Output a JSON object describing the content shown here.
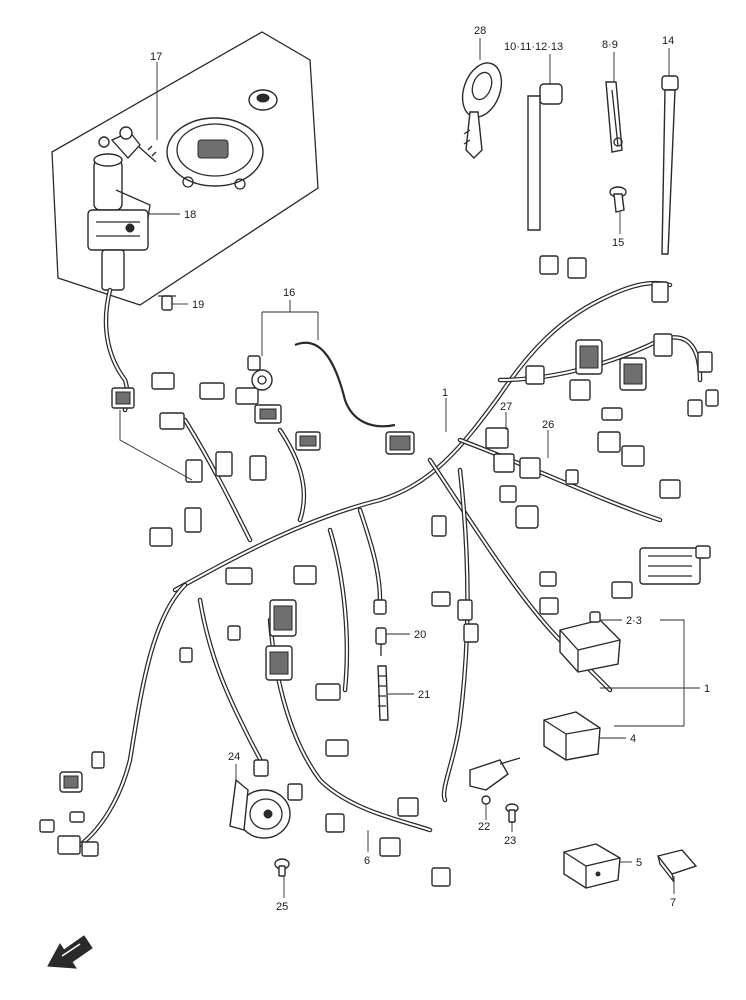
{
  "callouts": {
    "c1a": "1",
    "c1b": "1",
    "c23": "2·3",
    "c4": "4",
    "c5": "5",
    "c6": "6",
    "c7": "7",
    "c89": "8·9",
    "c1013": "10·11·12·13",
    "c14": "14",
    "c15": "15",
    "c16": "16",
    "c17": "17",
    "c18": "18",
    "c19": "19",
    "c20": "20",
    "c21": "21",
    "c22": "22",
    "c23b": "23",
    "c24": "24",
    "c25": "25",
    "c26": "26",
    "c27": "27",
    "c28": "28"
  },
  "colors": {
    "line": "#2a2a2a",
    "background": "#ffffff"
  },
  "icons": {
    "front_arrow": "front-arrow-icon"
  }
}
